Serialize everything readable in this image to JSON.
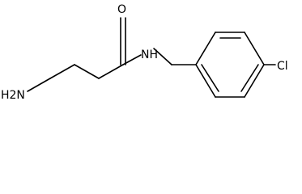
{
  "molecule": {
    "atoms": {
      "amine": "H2N",
      "oxygen": "O",
      "amide_nitrogen": "NH",
      "chlorine": "Cl"
    }
  },
  "colors": {
    "bond": "#000000",
    "background": "#ffffff"
  }
}
